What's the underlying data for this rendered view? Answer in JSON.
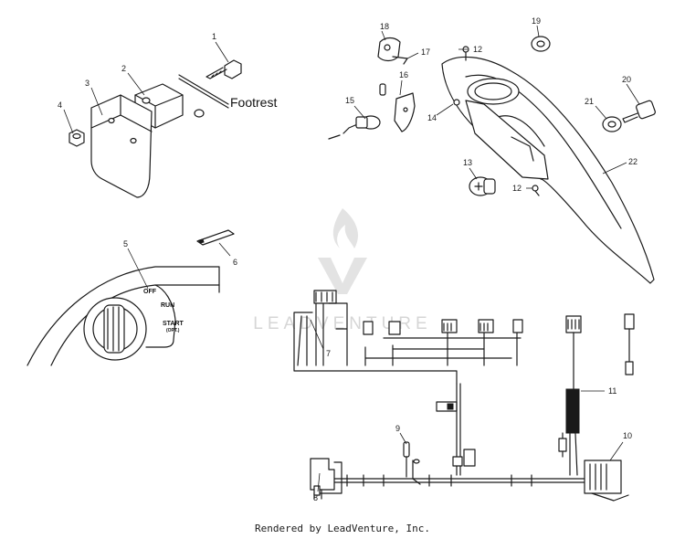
{
  "labels": {
    "footrest": "Footrest",
    "switch_off": "OFF",
    "switch_run": "RUN",
    "switch_start": "START",
    "switch_opt": "(OPT.)"
  },
  "callouts": [
    "1",
    "2",
    "3",
    "4",
    "5",
    "6",
    "7",
    "8",
    "9",
    "10",
    "11",
    "12",
    "12",
    "13",
    "14",
    "15",
    "16",
    "17",
    "18",
    "19",
    "20",
    "21",
    "22"
  ],
  "watermark": "LEADVENTURE",
  "footer": "Rendered by LeadVenture, Inc."
}
